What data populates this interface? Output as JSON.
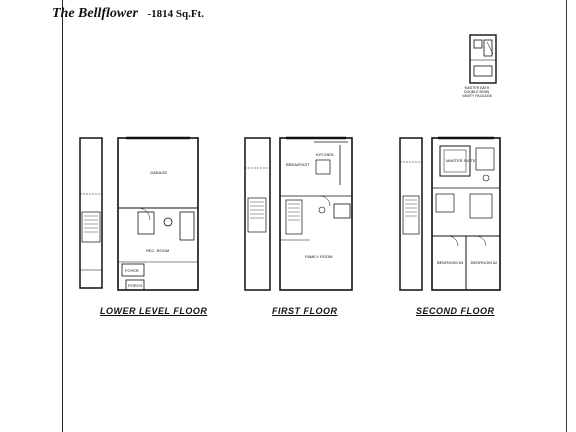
{
  "header": {
    "plan_name": "The Bellflower",
    "sqft": "-1814 Sq.Ft."
  },
  "inset": {
    "caption_line1": "MASTER BATH",
    "caption_line2": "DOUBLE BOWL",
    "caption_line3": "VANITY PACKAGE"
  },
  "lower_level": {
    "label": "LOWER LEVEL FLOOR",
    "rooms": {
      "garage": "GARAGE",
      "rec_room": "REC. ROOM",
      "foyer": "FOYER",
      "porch": "PORCH"
    }
  },
  "first_floor": {
    "label": "FIRST FLOOR",
    "rooms": {
      "breakfast": "BREAKFAST",
      "kitchen": "KITCHEN",
      "family_room": "FAMILY ROOM"
    }
  },
  "second_floor": {
    "label": "SECOND FLOOR",
    "rooms": {
      "master_suite": "MASTER SUITE",
      "bedroom_3": "BEDROOM #3",
      "bedroom_2": "BEDROOM #2"
    }
  }
}
